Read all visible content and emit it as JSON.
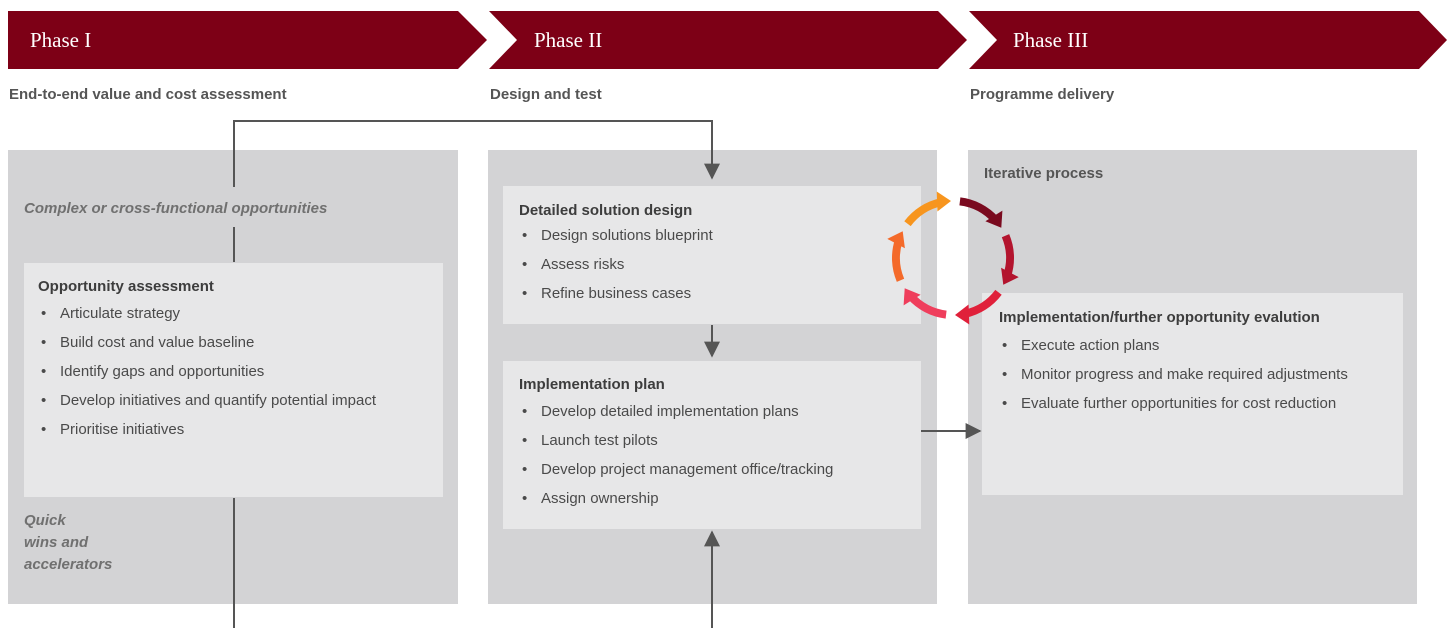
{
  "phases": [
    {
      "label": "Phase I",
      "subtitle": "End-to-end value and cost assessment"
    },
    {
      "label": "Phase II",
      "subtitle": "Design and test"
    },
    {
      "label": "Phase III",
      "subtitle": "Programme delivery"
    }
  ],
  "phase1": {
    "note_top": "Complex or cross-functional opportunities",
    "card": {
      "title": "Opportunity assessment",
      "bullets": [
        "Articulate strategy",
        "Build cost and value baseline",
        "Identify gaps and opportunities",
        "Develop initiatives and quantify potential impact",
        "Prioritise initiatives"
      ]
    },
    "note_bottom": [
      "Quick",
      "wins and",
      "accelerators"
    ]
  },
  "phase2": {
    "design_card": {
      "title": "Detailed solution design",
      "bullets": [
        "Design solutions blueprint",
        "Assess risks",
        "Refine business cases"
      ]
    },
    "plan_card": {
      "title": "Implementation plan",
      "bullets": [
        "Develop detailed implementation plans",
        "Launch test pilots",
        "Develop project management office/tracking",
        "Assign ownership"
      ]
    }
  },
  "phase3": {
    "iter_title": "Iterative process",
    "card": {
      "title": "Implementation/further opportunity evalution",
      "bullets": [
        "Execute action plans",
        "Monitor progress and make required adjustments",
        "Evaluate further opportunities for cost reduction"
      ]
    }
  },
  "colors": {
    "banner": "#7d0016",
    "column_bg": "#d3d3d5",
    "card_bg": "#e7e7e8",
    "connector": "#555555",
    "cycle": [
      "#7a0a1f",
      "#b3142e",
      "#e0203a",
      "#ef3e5c",
      "#f46a2a",
      "#f7951e"
    ]
  }
}
